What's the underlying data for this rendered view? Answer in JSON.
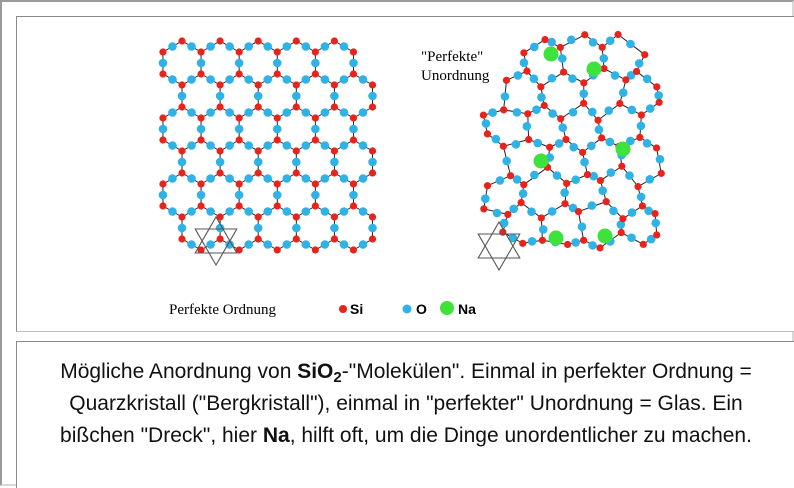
{
  "figure": {
    "label_disorder_line1": "\"Perfekte\"",
    "label_disorder_line2": "Unordnung",
    "label_order": "Perfekte Ordnung",
    "legend": [
      {
        "symbol": "Si",
        "color": "#e8231c"
      },
      {
        "symbol": "O",
        "color": "#2fb2e6"
      },
      {
        "symbol": "Na",
        "color": "#3de23b"
      }
    ]
  },
  "caption": {
    "part1": "Mögliche Anordnung von ",
    "formula_main": "SiO",
    "formula_sub": "2",
    "part2": "-\"Molekülen\". Einmal in perfekter Ordnung = Quarzkristall (\"Bergkristall\"), einmal in \"perfekter\" Unordnung = Glas. Ein bißchen \"Dreck\", hier ",
    "highlight": "Na",
    "part3": ", hilft oft, um die Dinge unordentlicher zu machen."
  }
}
